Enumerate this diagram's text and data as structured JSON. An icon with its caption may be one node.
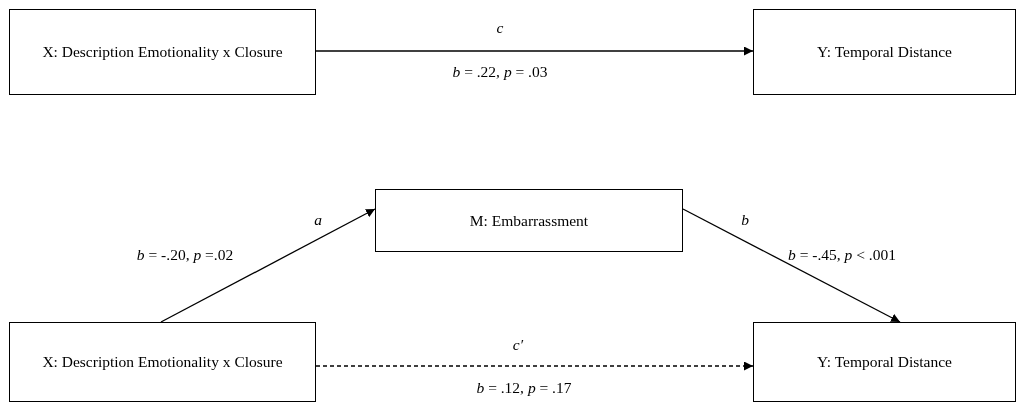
{
  "diagram": {
    "nodes": [
      {
        "text": [
          "X: Description Emotionality x Closure"
        ]
      },
      {
        "text": [
          "Y: Temporal Distance"
        ]
      },
      {
        "text": [
          "M: Embarrassment"
        ]
      },
      {
        "text": [
          "X: Description Emotionality x Closure"
        ]
      },
      {
        "text": [
          "Y: Temporal Distance"
        ]
      }
    ],
    "edges": [
      {
        "from": 0,
        "to": 1,
        "arrow": "to",
        "label": "c"
      },
      {
        "from": 3,
        "to": 2,
        "arrow": "to",
        "label": "a"
      },
      {
        "from": 2,
        "to": 4,
        "arrow": "to",
        "label": "b"
      },
      {
        "from": 3,
        "to": 4,
        "arrow": "to",
        "label": "c′",
        "style": "dashed"
      }
    ],
    "labels": [
      "*b* = .22, *p* = .03",
      "*b* = -.20, *p* =.02",
      "*b* = -.45, *p* < .001",
      "*b* = .12, *p* = .17"
    ]
  }
}
